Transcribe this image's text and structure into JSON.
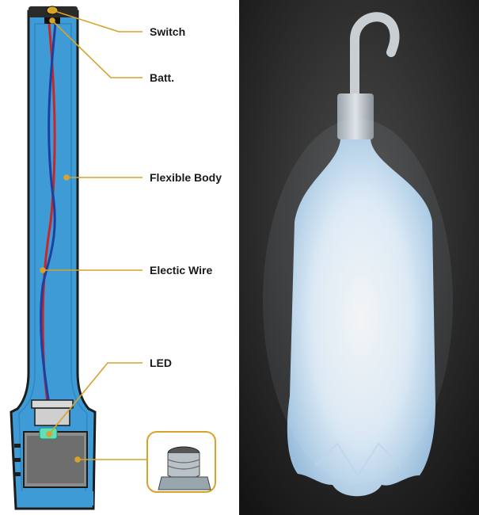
{
  "labels": {
    "switch": "Switch",
    "battery": "Batt.",
    "body": "Flexible Body",
    "wire": "Electic Wire",
    "led": "LED"
  },
  "colors": {
    "body_blue": "#3f9bd6",
    "body_outline": "#1c1c1c",
    "leader_gold": "#d7a32a",
    "wire_red": "#c62828",
    "wire_blue": "#1e3fa0",
    "led_green": "#5fe0b8",
    "bg_dark": "#1a1a1a",
    "glow": "#eaf6ff"
  }
}
